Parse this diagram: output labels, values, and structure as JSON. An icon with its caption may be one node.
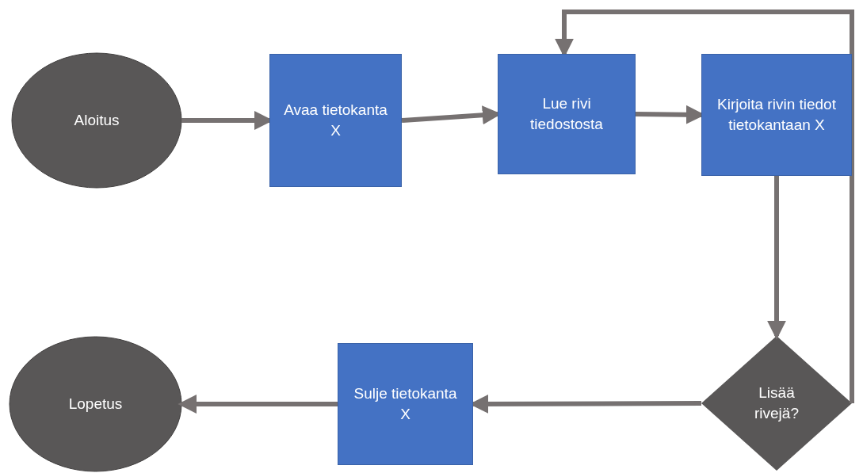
{
  "diagram": {
    "nodes": [
      {
        "text": [
          "Aloitus"
        ]
      },
      {
        "text": [
          "Avaa tietokanta X"
        ]
      },
      {
        "text": [
          "Lue rivi tiedostosta"
        ]
      },
      {
        "text": [
          "Kirjoita rivin tiedot tietokantaan X"
        ]
      },
      {
        "text": [
          "Lisää rivejä?"
        ]
      },
      {
        "text": [
          "Sulje tietokanta X"
        ]
      },
      {
        "text": [
          "Lopetus"
        ]
      }
    ],
    "edges": [
      {
        "from": 0,
        "to": 1,
        "arrow": "to"
      },
      {
        "from": 1,
        "to": 2,
        "arrow": "to"
      },
      {
        "from": 2,
        "to": 3,
        "arrow": "to"
      },
      {
        "from": 3,
        "to": 4,
        "arrow": "to"
      },
      {
        "from": 4,
        "to": 2,
        "arrow": "to"
      },
      {
        "from": 4,
        "to": 5,
        "arrow": "to"
      },
      {
        "from": 5,
        "to": 6,
        "arrow": "to"
      }
    ]
  }
}
